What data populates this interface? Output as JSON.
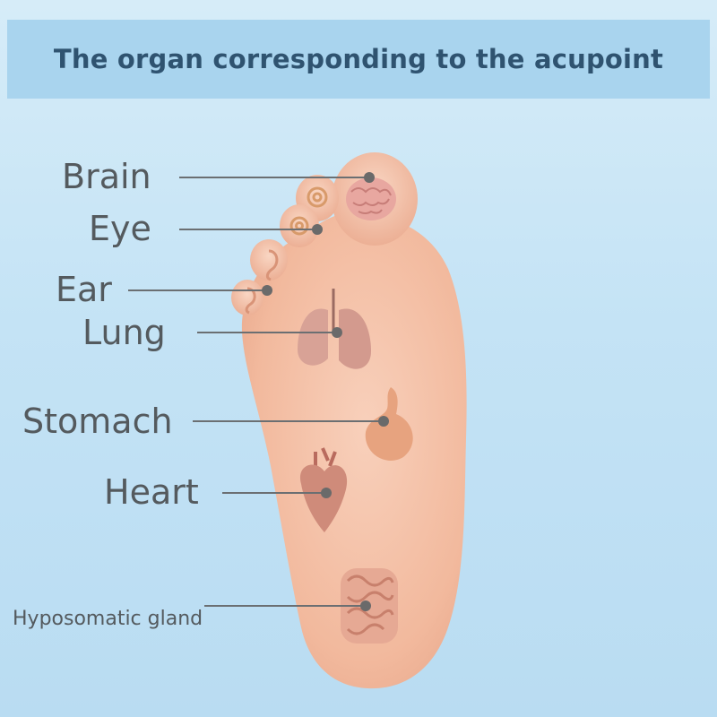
{
  "title": "The organ corresponding to the acupoint",
  "labels": {
    "brain": "Brain",
    "eye": "Eye",
    "ear": "Ear",
    "lung": "Lung",
    "stomach": "Stomach",
    "heart": "Heart",
    "hyposomatic_gland": "Hyposomatic gland"
  },
  "colors": {
    "background": "#c4e3f5",
    "title_band": "#a9d4ee",
    "title_text": "#2f5370",
    "label_text": "#545a5e",
    "skin": "#f4bfa4",
    "leader_line": "#6b6f72"
  }
}
